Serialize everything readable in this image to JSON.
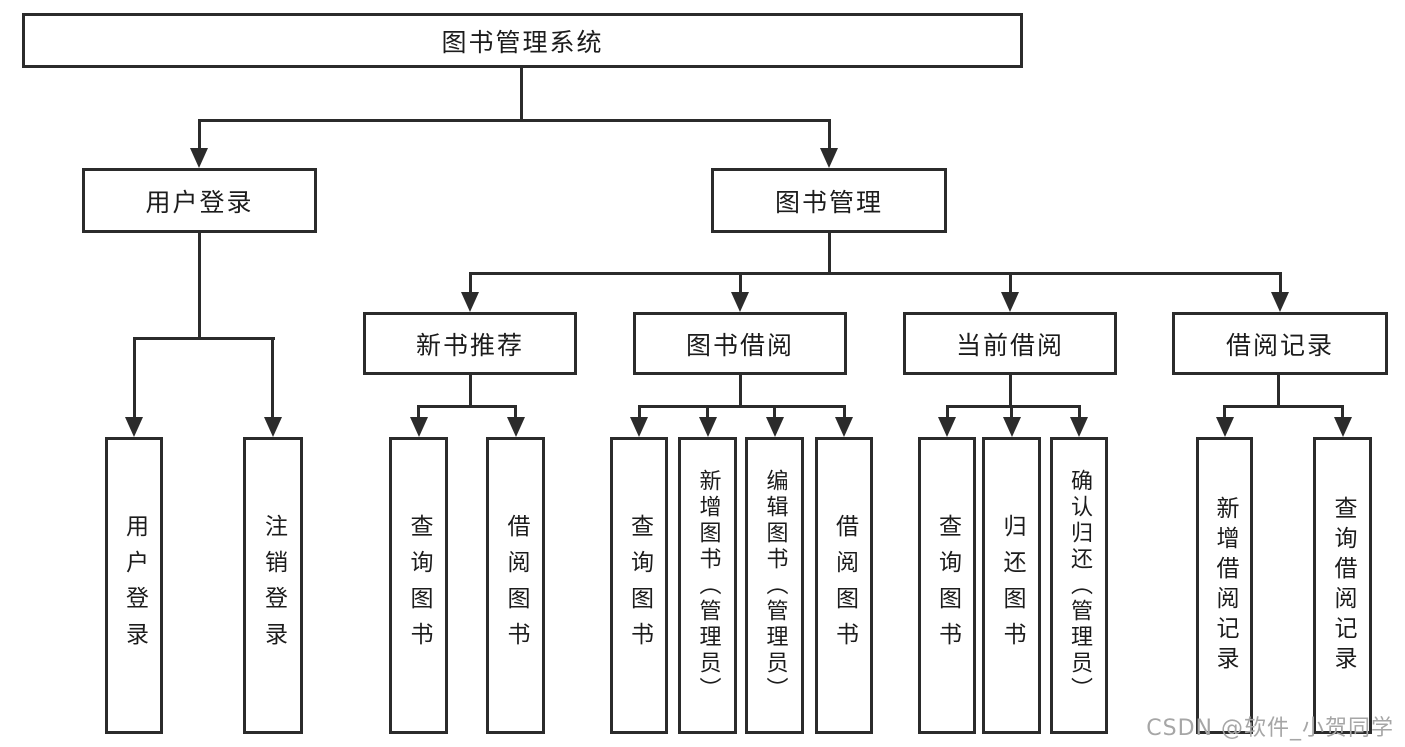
{
  "tree": {
    "label": "图书管理系统",
    "children": [
      {
        "label": "用户登录",
        "children": [
          {
            "label": "用户登录"
          },
          {
            "label": "注销登录"
          }
        ]
      },
      {
        "label": "图书管理",
        "children": [
          {
            "label": "新书推荐",
            "children": [
              {
                "label": "查询图书"
              },
              {
                "label": "借阅图书"
              }
            ]
          },
          {
            "label": "图书借阅",
            "children": [
              {
                "label": "查询图书"
              },
              {
                "label": "新增图书（管理员）"
              },
              {
                "label": "编辑图书（管理员）"
              },
              {
                "label": "借阅图书"
              }
            ]
          },
          {
            "label": "当前借阅",
            "children": [
              {
                "label": "查询图书"
              },
              {
                "label": "归还图书"
              },
              {
                "label": "确认归还（管理员）"
              }
            ]
          },
          {
            "label": "借阅记录",
            "children": [
              {
                "label": "新增借阅记录"
              },
              {
                "label": "查询借阅记录"
              }
            ]
          }
        ]
      }
    ]
  },
  "watermark": {
    "text": "CSDN @软件_小贺同学"
  },
  "colors": {
    "line": "#2b2b2b",
    "text": "#1c1c1c",
    "watermark": "#a6a6a6",
    "background": "#ffffff"
  }
}
